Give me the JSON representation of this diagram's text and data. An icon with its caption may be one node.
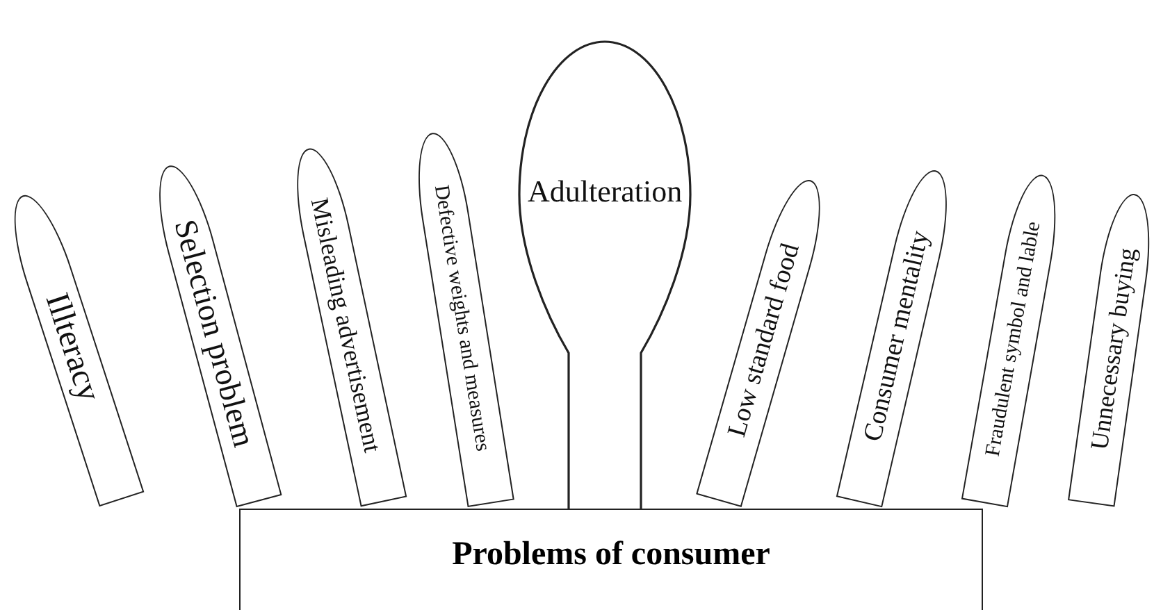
{
  "diagram": {
    "nodes": [
      {
        "text": [
          "Illteracy"
        ]
      },
      {
        "text": [
          "Selection problem"
        ]
      },
      {
        "text": [
          "Misleading advertisement"
        ]
      },
      {
        "text": [
          "Defective weights and measures"
        ]
      },
      {
        "text": [
          "Adulteration"
        ]
      },
      {
        "text": [
          "Low standard food"
        ]
      },
      {
        "text": [
          "Consumer mentality"
        ]
      },
      {
        "text": [
          "Fraudulent symbol and lable"
        ]
      },
      {
        "text": [
          "Unnecessary buying"
        ]
      },
      {
        "text": [
          "Problems of consumer"
        ]
      }
    ]
  }
}
